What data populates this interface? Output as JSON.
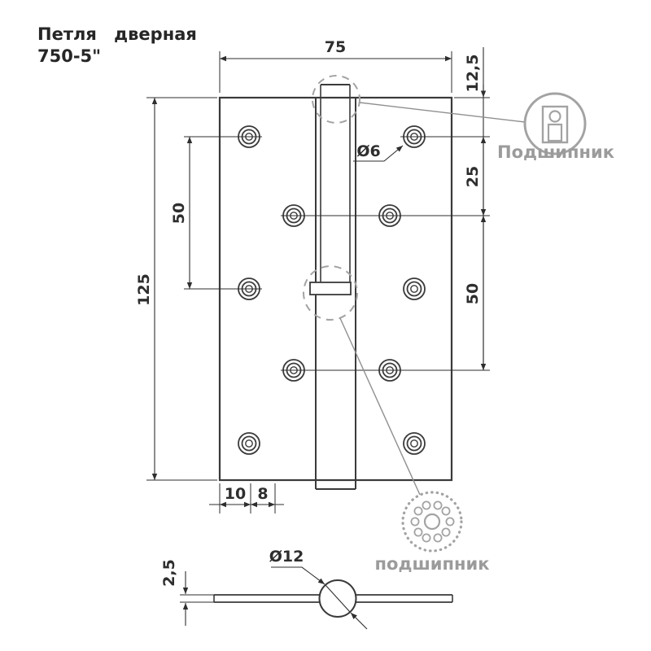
{
  "title": {
    "line1": "Петля дверная",
    "line2": "750-5\""
  },
  "front_view": {
    "dims": {
      "width": "75",
      "top_offset": "12,5",
      "hole_diameter": "Ø6",
      "row_spacing_25": "25",
      "row_spacing_50_right": "50",
      "row_spacing_50_left": "50",
      "height": "125",
      "edge_offset_10": "10",
      "edge_offset_8": "8"
    }
  },
  "section_view": {
    "dims": {
      "pin_diameter": "Ø12",
      "plate_thickness": "2,5"
    }
  },
  "callouts": {
    "bearing_top_label": "Подшипник",
    "bearing_bottom_label": "подшипник"
  },
  "colors": {
    "ink": "#3a3a3a",
    "dimension": "#2e2e2e",
    "muted_gray": "#9b9b9b",
    "background": "#ffffff"
  }
}
